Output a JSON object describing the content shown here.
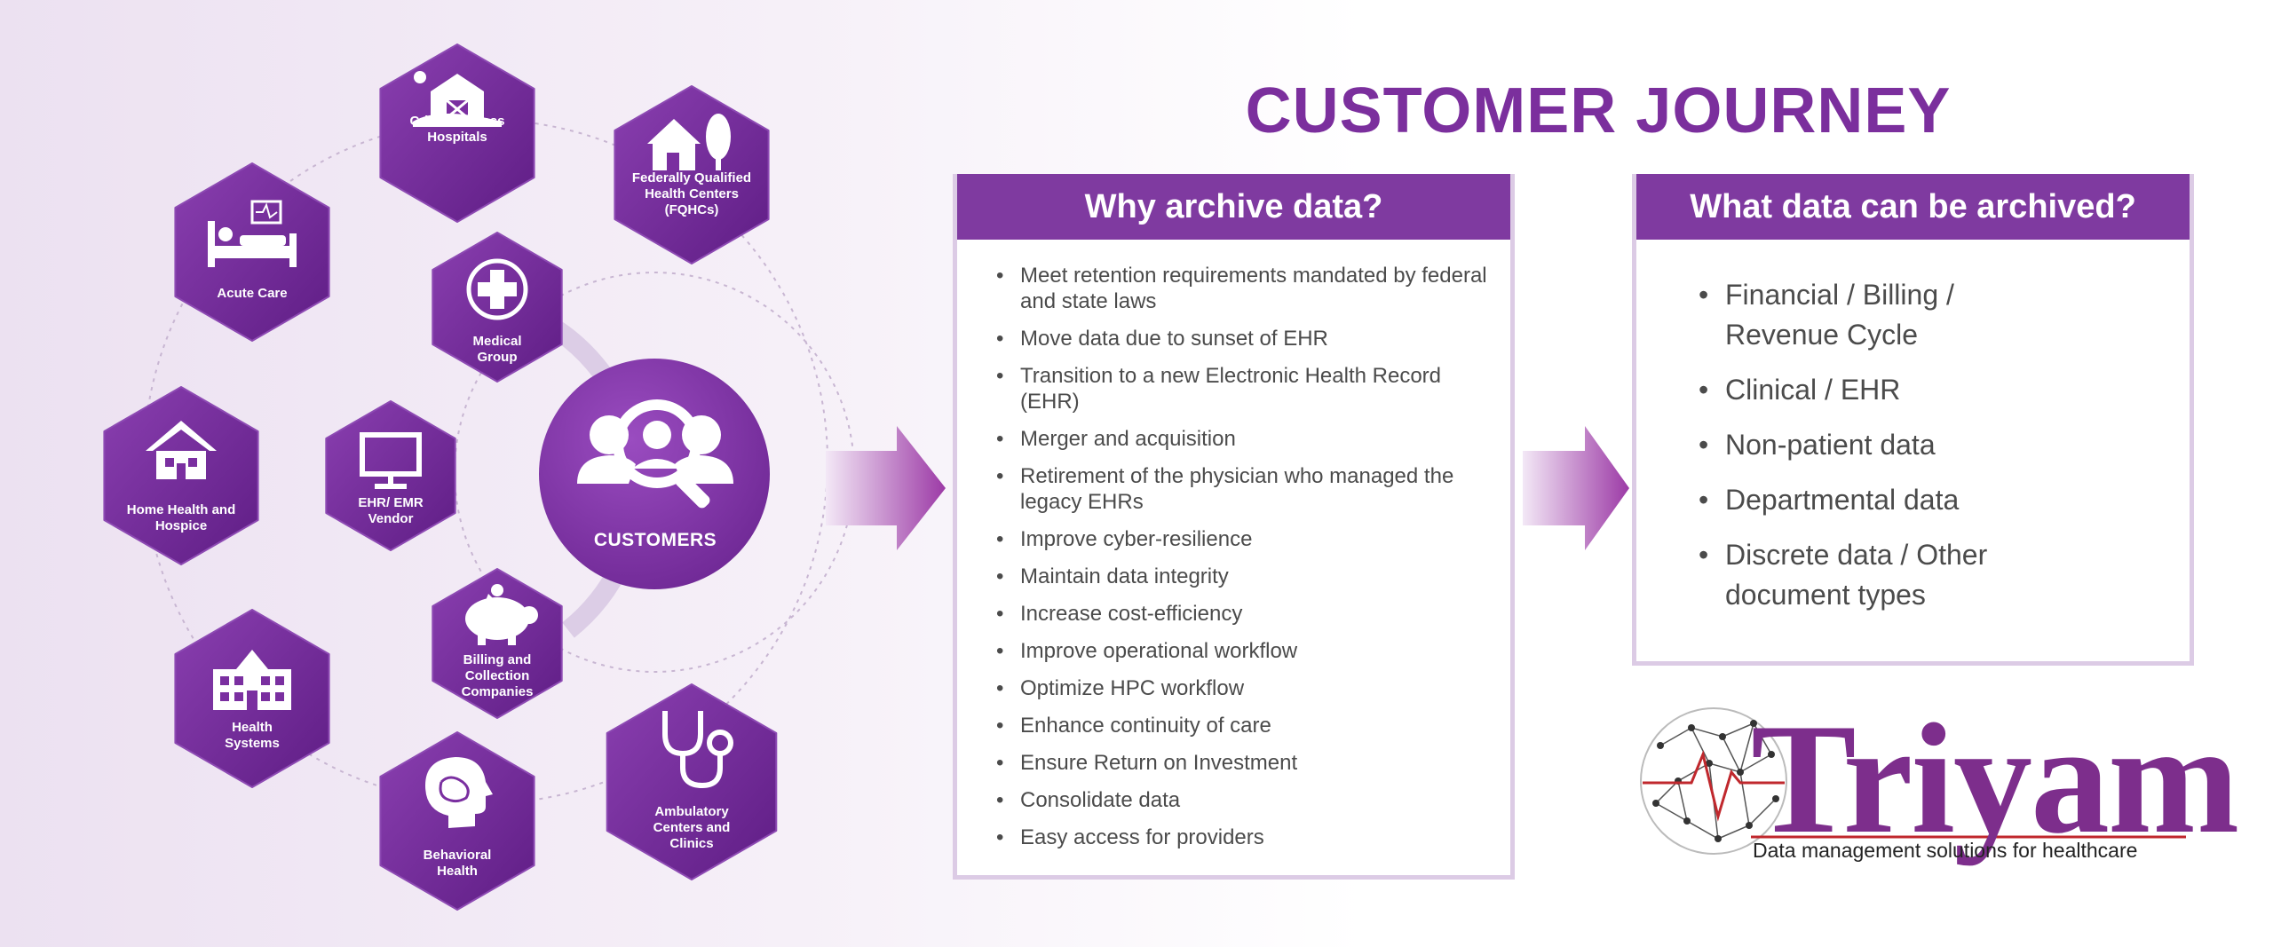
{
  "title": "CUSTOMER JOURNEY",
  "hub": {
    "label": "CUSTOMERS"
  },
  "segments": [
    {
      "id": "critical-access",
      "label": "Critical Access\nHospitals",
      "icon": "barn-icon"
    },
    {
      "id": "fqhc",
      "label": "Federally Qualified\nHealth Centers\n(FQHCs)",
      "icon": "house-tree-icon"
    },
    {
      "id": "acute-care",
      "label": "Acute Care",
      "icon": "hospital-bed-icon"
    },
    {
      "id": "medical-group",
      "label": "Medical\nGroup",
      "icon": "medical-cross-icon"
    },
    {
      "id": "home-health",
      "label": "Home Health and\nHospice",
      "icon": "home-icon"
    },
    {
      "id": "ehr-vendor",
      "label": "EHR/ EMR\nVendor",
      "icon": "monitor-icon"
    },
    {
      "id": "billing",
      "label": "Billing and\nCollection\nCompanies",
      "icon": "piggy-bank-icon"
    },
    {
      "id": "health-systems",
      "label": "Health\nSystems",
      "icon": "hospital-building-icon"
    },
    {
      "id": "behavioral",
      "label": "Behavioral\nHealth",
      "icon": "brain-head-icon"
    },
    {
      "id": "ambulatory",
      "label": "Ambulatory\nCenters and\nClinics",
      "icon": "stethoscope-icon"
    }
  ],
  "why": {
    "heading": "Why archive data?",
    "items": [
      "Meet retention requirements mandated by federal and state laws",
      "Move data due to sunset of EHR",
      "Transition to a new Electronic Health Record (EHR)",
      "Merger and acquisition",
      "Retirement of the physician who managed the legacy EHRs",
      "Improve cyber-resilience",
      "Maintain data integrity",
      "Increase cost-efficiency",
      "Improve operational workflow",
      "Optimize HPC workflow",
      "Enhance continuity of care",
      "Ensure Return on Investment",
      "Consolidate data",
      "Easy access for providers"
    ]
  },
  "what": {
    "heading": "What data can be archived?",
    "items": [
      "Financial / Billing / Revenue Cycle",
      "Clinical / EHR",
      "Non-patient data",
      "Departmental data",
      "Discrete data / Other document types"
    ]
  },
  "logo": {
    "name": "Triyam",
    "tagline": "Data management solutions for healthcare"
  },
  "colors": {
    "primary": "#7f3aa0",
    "title": "#7b2f9d",
    "panel_border": "#dccbe5",
    "logo": "#7d2e8c",
    "logo_red": "#c0282d"
  }
}
